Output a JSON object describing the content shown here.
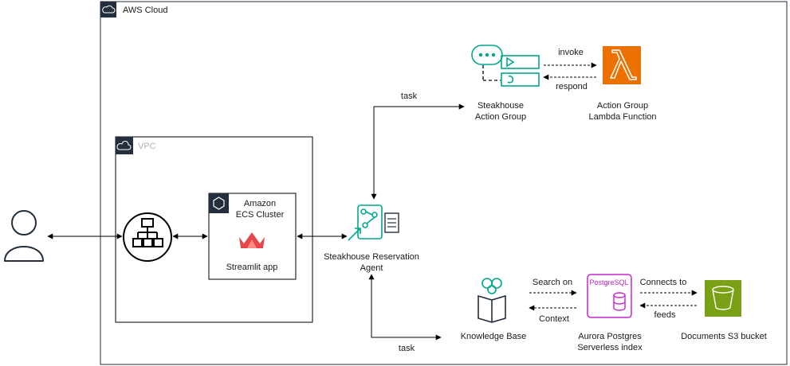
{
  "aws_cloud": {
    "label": "AWS Cloud"
  },
  "vpc": {
    "label": "VPC"
  },
  "ecs": {
    "title_line1": "Amazon",
    "title_line2": "ECS Cluster",
    "app_label": "Streamlit app"
  },
  "agent": {
    "label_line1": "Steakhouse Reservation",
    "label_line2": "Agent"
  },
  "action_group": {
    "label_line1": "Steakhouse",
    "label_line2": "Action Group"
  },
  "lambda": {
    "label_line1": "Action Group",
    "label_line2": "Lambda Function"
  },
  "knowledge_base": {
    "label": "Knowledge Base"
  },
  "aurora": {
    "label_line1": "Aurora Postgres",
    "label_line2": "Serverless index",
    "badge": "PostgreSQL"
  },
  "s3": {
    "label": "Documents S3 bucket"
  },
  "edges": {
    "task_top": "task",
    "task_bottom": "task",
    "invoke": "invoke",
    "respond": "respond",
    "search_on": "Search on",
    "context": "Context",
    "connects_to": "Connects to",
    "feeds": "feeds"
  },
  "colors": {
    "lambda": "#ed7100",
    "s3": "#7aa116",
    "agent_teal": "#01a88d",
    "aurora_magenta": "#c925d1",
    "streamlit_red": "#e4474c"
  },
  "icons": {
    "user": "user-icon",
    "load_balancer": "load-balancer-icon",
    "ecs": "ecs-icon",
    "streamlit": "streamlit-icon",
    "agent": "bedrock-agent-icon",
    "action_group": "action-group-icon",
    "lambda": "lambda-icon",
    "knowledge_base": "knowledge-base-icon",
    "aurora": "aurora-postgres-icon",
    "s3": "s3-bucket-icon"
  }
}
